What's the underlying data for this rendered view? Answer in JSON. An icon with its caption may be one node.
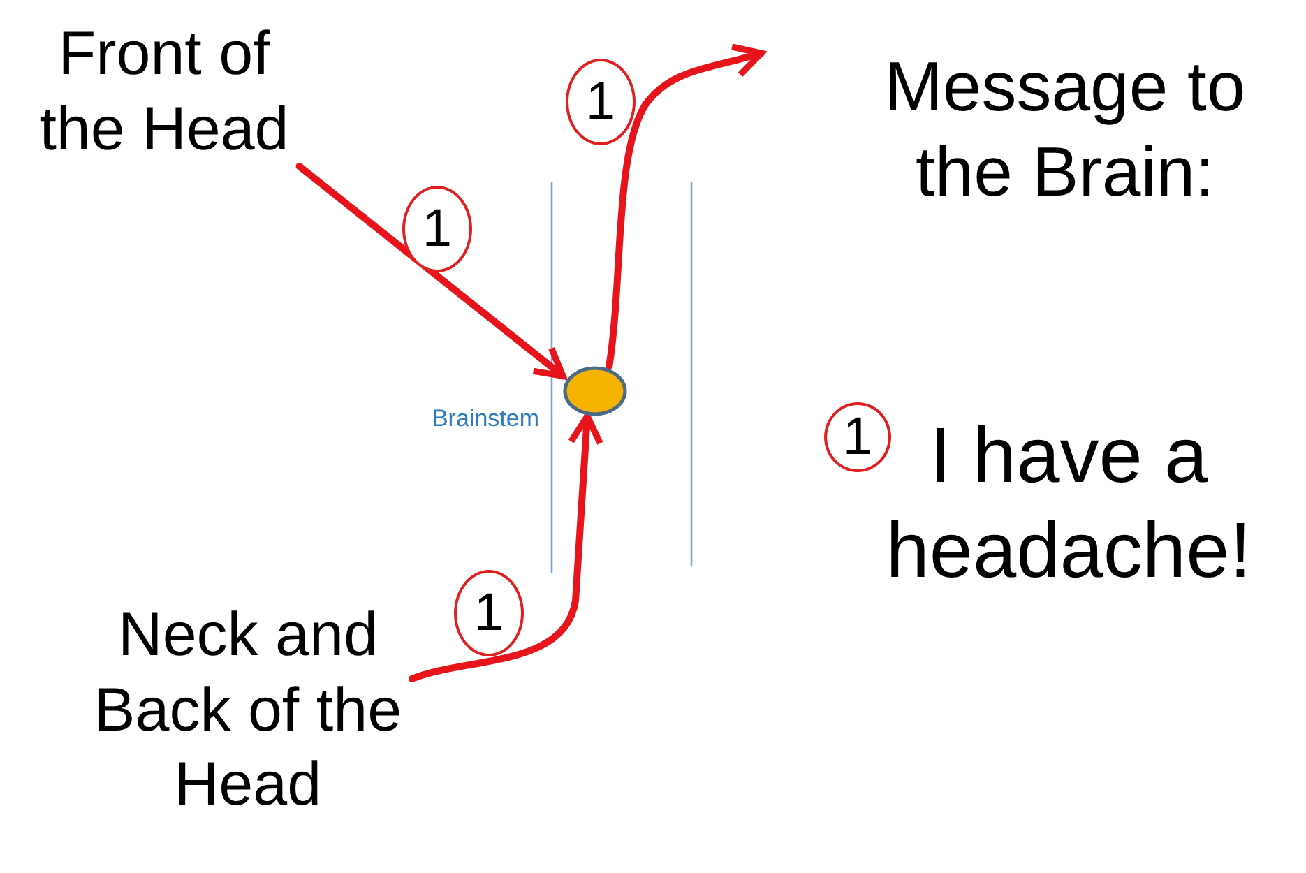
{
  "diagram": {
    "nodes": [
      {
        "text": [
          "Front of the Head"
        ]
      },
      {
        "text": [
          "Neck and Back of the Head"
        ]
      },
      {
        "text": [],
        "shape": "circle",
        "beside": [
          "Brainstem"
        ]
      },
      {
        "text": [
          "Message to the Brain:"
        ]
      }
    ],
    "edges": [
      {
        "from": 0,
        "to": 2,
        "arrow": "to",
        "label": "1"
      },
      {
        "from": 1,
        "to": 2,
        "arrow": "to",
        "label": "1"
      },
      {
        "from": 2,
        "to": 3,
        "arrow": "to",
        "label": "1"
      }
    ],
    "labels": [
      "1",
      "I have a headache!"
    ]
  }
}
